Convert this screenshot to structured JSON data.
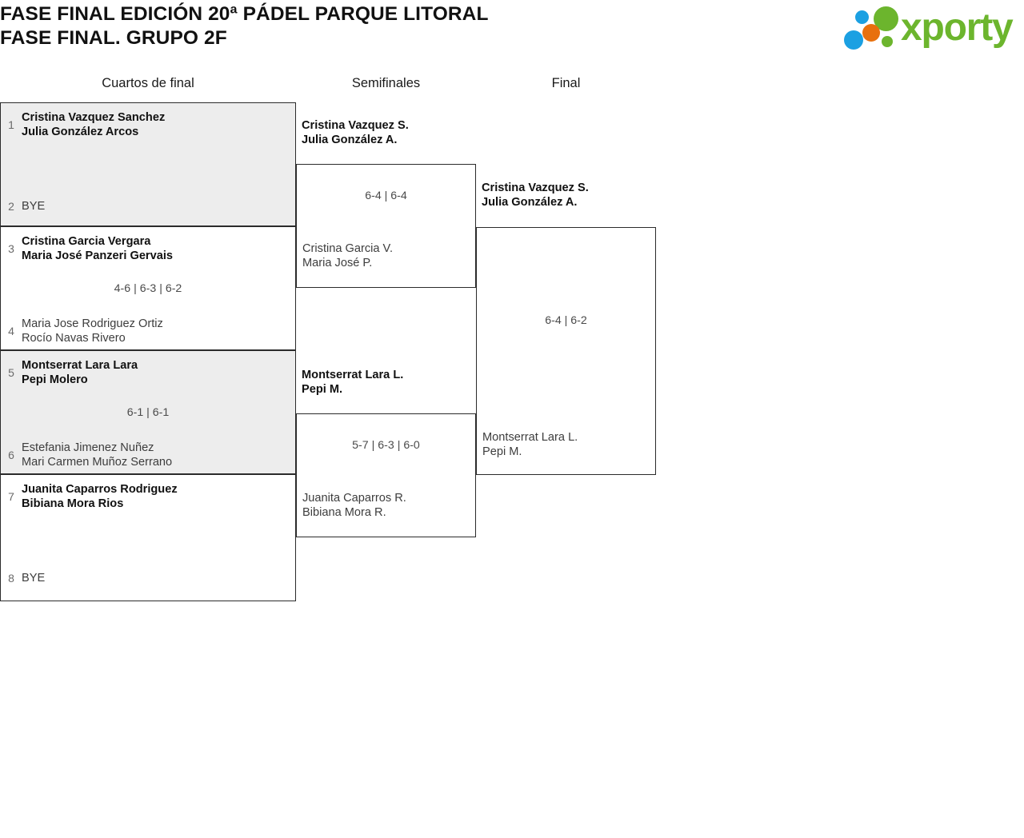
{
  "header": {
    "title_line1": "FASE FINAL EDICIÓN 20ª PÁDEL PARQUE LITORAL",
    "title_line2": "FASE FINAL. GRUPO 2F",
    "logo_text": "xporty",
    "logo_colors": {
      "green": "#6cb52d",
      "blue": "#1ba0e2",
      "orange": "#e8700d"
    }
  },
  "rounds": [
    {
      "label": "Cuartos de final"
    },
    {
      "label": "Semifinales"
    },
    {
      "label": "Final"
    }
  ],
  "bracket": {
    "quarterfinals": [
      {
        "score": "",
        "top": {
          "seed": "1",
          "line1": "Cristina Vazquez Sanchez",
          "line2": "Julia González Arcos",
          "winner": true
        },
        "bottom": {
          "seed": "2",
          "line1": "BYE",
          "line2": "",
          "winner": false
        }
      },
      {
        "score": "4-6 | 6-3 | 6-2",
        "top": {
          "seed": "3",
          "line1": "Cristina Garcia Vergara",
          "line2": "Maria José Panzeri Gervais",
          "winner": true
        },
        "bottom": {
          "seed": "4",
          "line1": "Maria Jose Rodriguez Ortiz",
          "line2": "Rocío Navas Rivero",
          "winner": false
        }
      },
      {
        "score": "6-1 | 6-1",
        "top": {
          "seed": "5",
          "line1": "Montserrat Lara Lara",
          "line2": "Pepi Molero",
          "winner": true
        },
        "bottom": {
          "seed": "6",
          "line1": "Estefania Jimenez Nuñez",
          "line2": "Mari Carmen Muñoz Serrano",
          "winner": false
        }
      },
      {
        "score": "",
        "top": {
          "seed": "7",
          "line1": "Juanita Caparros Rodriguez",
          "line2": "Bibiana Mora Rios",
          "winner": true
        },
        "bottom": {
          "seed": "8",
          "line1": "BYE",
          "line2": "",
          "winner": false
        }
      }
    ],
    "semifinals": [
      {
        "score": "6-4 | 6-4",
        "top": {
          "line1": "Cristina Vazquez S.",
          "line2": "Julia González A.",
          "winner": true
        },
        "bottom": {
          "line1": "Cristina Garcia V.",
          "line2": "Maria José P.",
          "winner": false
        }
      },
      {
        "score": "5-7 | 6-3 | 6-0",
        "top": {
          "line1": "Montserrat Lara L.",
          "line2": "Pepi M.",
          "winner": true
        },
        "bottom": {
          "line1": "Juanita Caparros R.",
          "line2": "Bibiana Mora R.",
          "winner": false
        }
      }
    ],
    "final": {
      "score": "6-4 | 6-2",
      "top": {
        "line1": "Cristina Vazquez S.",
        "line2": "Julia González A.",
        "winner": true
      },
      "bottom": {
        "line1": "Montserrat Lara L.",
        "line2": "Pepi M.",
        "winner": false
      }
    }
  }
}
